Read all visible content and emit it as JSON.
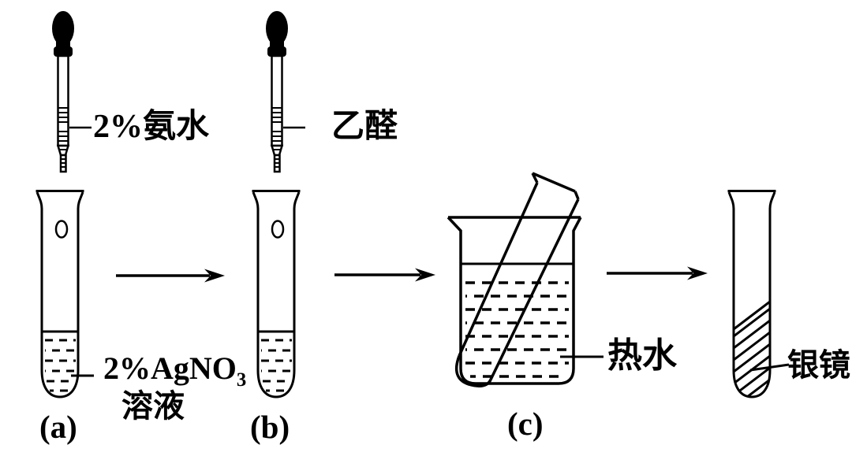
{
  "figure_title": "silver-mirror-reaction-experiment-diagram",
  "colors": {
    "ink": "#000000",
    "background": "#ffffff"
  },
  "labels": {
    "dropper_ammonia": "2%氨水",
    "dropper_acetaldehyde": "乙醛",
    "tube_a_reagent_main": "2%AgNO",
    "tube_a_reagent_sub": "3",
    "tube_a_reagent_line2": "溶液",
    "beaker_water": "热水",
    "result_mirror": "银镜",
    "caption_a": "(a)",
    "caption_b": "(b)",
    "caption_c": "(c)"
  }
}
